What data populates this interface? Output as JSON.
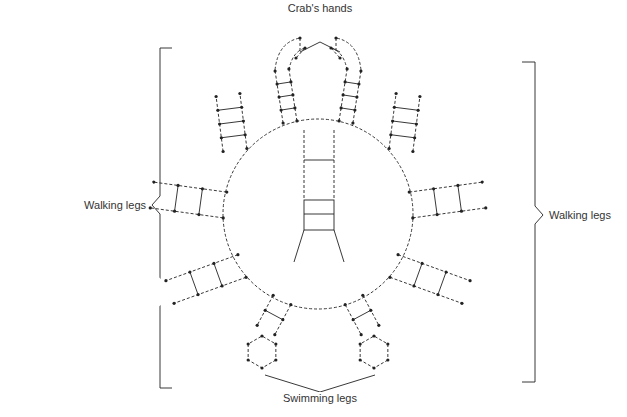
{
  "diagram": {
    "labels": [
      "Crab's hands",
      "Walking legs",
      "Walking legs",
      "Swimming legs"
    ]
  }
}
